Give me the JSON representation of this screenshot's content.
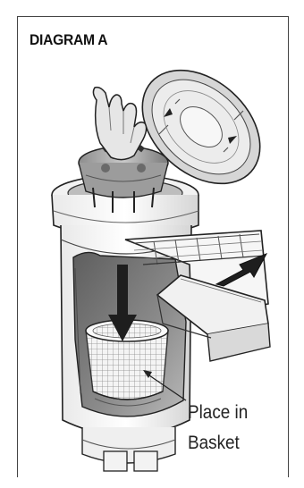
{
  "diagram": {
    "title": "DIAGRAM A",
    "callout": {
      "line1": "Place in",
      "line2": "Basket"
    }
  },
  "colors": {
    "frame": "#444444",
    "ink": "#222222",
    "shade_dark": "#6e6e6e",
    "shade_mid": "#a9a9a9",
    "shade_light": "#d8d8d8",
    "paper": "#ffffff"
  },
  "illustration": {
    "parts": [
      "hand-with-skimmer-plug",
      "skimmer-lid",
      "skimmer-body",
      "weir-door",
      "strainer-basket",
      "down-arrow",
      "outward-arrow",
      "leader-line"
    ]
  }
}
